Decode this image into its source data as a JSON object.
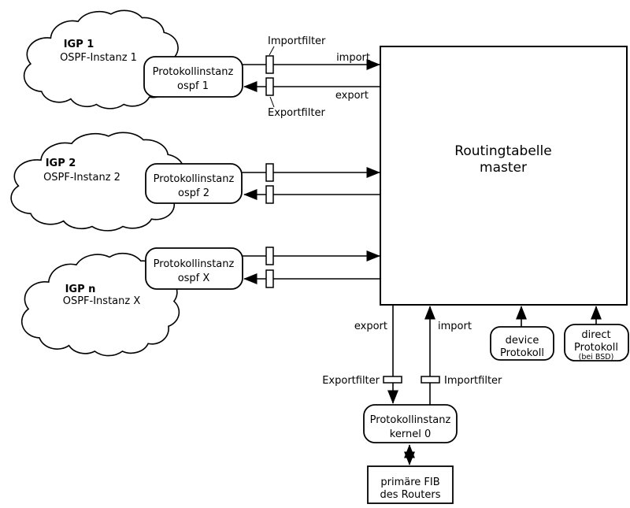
{
  "colors": {
    "stroke": "#000000",
    "background": "#ffffff",
    "text": "#000000"
  },
  "clouds": [
    {
      "title": "IGP 1",
      "subtitle": "OSPF-Instanz 1"
    },
    {
      "title": "IGP 2",
      "subtitle": "OSPF-Instanz 2"
    },
    {
      "title": "IGP n",
      "subtitle": "OSPF-Instanz X"
    }
  ],
  "protocol_instances": [
    {
      "line1": "Protokollinstanz",
      "line2": "ospf 1"
    },
    {
      "line1": "Protokollinstanz",
      "line2": "ospf 2"
    },
    {
      "line1": "Protokollinstanz",
      "line2": "ospf X"
    }
  ],
  "routing_table": {
    "line1": "Routingtabelle",
    "line2": "master"
  },
  "filters_row1": {
    "import_label": "Importfilter",
    "export_label": "Exportfilter"
  },
  "flow_row1": {
    "import": "import",
    "export": "export"
  },
  "kernel_flow": {
    "export": "export",
    "import": "import",
    "export_filter": "Exportfilter",
    "import_filter": "Importfilter"
  },
  "device_protocol": {
    "line1": "device",
    "line2": "Protokoll"
  },
  "direct_protocol": {
    "line1": "direct",
    "line2": "Protokoll",
    "line3": "(bei BSD)"
  },
  "kernel_instance": {
    "line1": "Protokollinstanz",
    "line2": "kernel 0"
  },
  "fib": {
    "line1": "primäre FIB",
    "line2": "des Routers"
  }
}
